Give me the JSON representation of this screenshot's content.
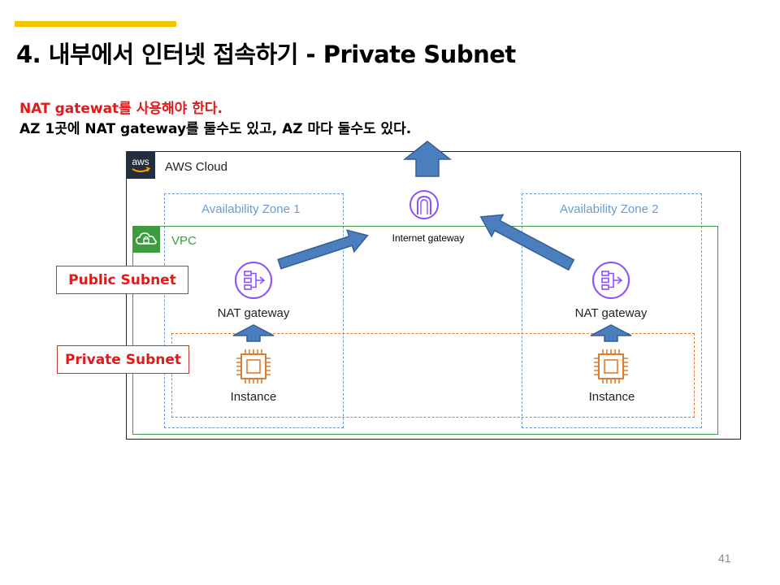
{
  "slide": {
    "title": "4. 내부에서 인터넷 접속하기 - Private Subnet",
    "notes": [
      "NAT gatewat를 사용해야 한다.",
      "AZ 1곳에 NAT gateway를 둘수도 있고, AZ 마다 둘수도 있다."
    ],
    "page_number": "41",
    "accent_color": "#f5c400"
  },
  "diagram": {
    "cloud_label": "AWS Cloud",
    "aws_logo_text": "aws",
    "vpc_label": "VPC",
    "availability_zones": [
      "Availability Zone 1",
      "Availability Zone 2"
    ],
    "internet_gateway_label": "Internet gateway",
    "nat_gateway_label": "NAT gateway",
    "instance_label": "Instance",
    "public_subnet_label": "Public Subnet",
    "private_subnet_label": "Private Subnet",
    "colors": {
      "aws_dark": "#232f3e",
      "az_border": "#6b9bd1",
      "vpc_green": "#3f9b3f",
      "private_orange": "#e07b2e",
      "network_purple": "#8c4fff",
      "compute_orange": "#e07b2e",
      "arrow_blue": "#4a7ebf",
      "callout_red": "#e0191b"
    }
  }
}
